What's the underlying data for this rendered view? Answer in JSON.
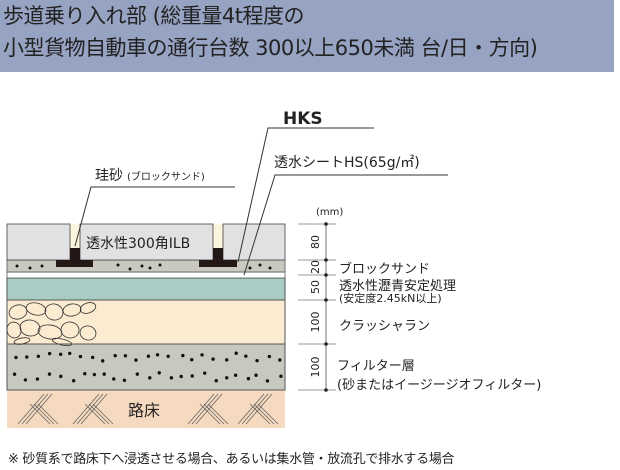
{
  "header": {
    "line1": "歩道乗り入れ部 (総重量4t程度の",
    "line2": "小型貨物自動車の通行台数 300以上650未満 台/日・方向)"
  },
  "callouts": {
    "hks": "HKS",
    "sheet": "透水シートHS(65g/㎡)",
    "sand_main": "珪砂",
    "sand_sub": "(ブロックサンド)"
  },
  "layers": {
    "ilb": "透水性300角ILB",
    "subgrade": "路床",
    "block_sand": "ブロックサンド",
    "asphalt": "透水性瀝青安定処理",
    "asphalt_note": "(安定度2.45kN以上)",
    "crusher_run": "クラッシャラン",
    "filter": "フィルター層",
    "filter_note": "(砂またはイージージオフィルター)"
  },
  "dimensions": {
    "unit": "(mm)",
    "values": [
      "80",
      "20",
      "50",
      "100",
      "100"
    ]
  },
  "colors": {
    "header": "#97a3c3",
    "block": "#e1e1e3",
    "sand": "#c9c9c1",
    "asphalt": "#a9cdc4",
    "crusher": "#fbebd1",
    "filter": "#c7c8be",
    "subgrade": "#f6dabf"
  },
  "footnote": "※ 砂質系で路床下へ浸透させる場合、あるいは集水管・放流孔で排水する場合"
}
